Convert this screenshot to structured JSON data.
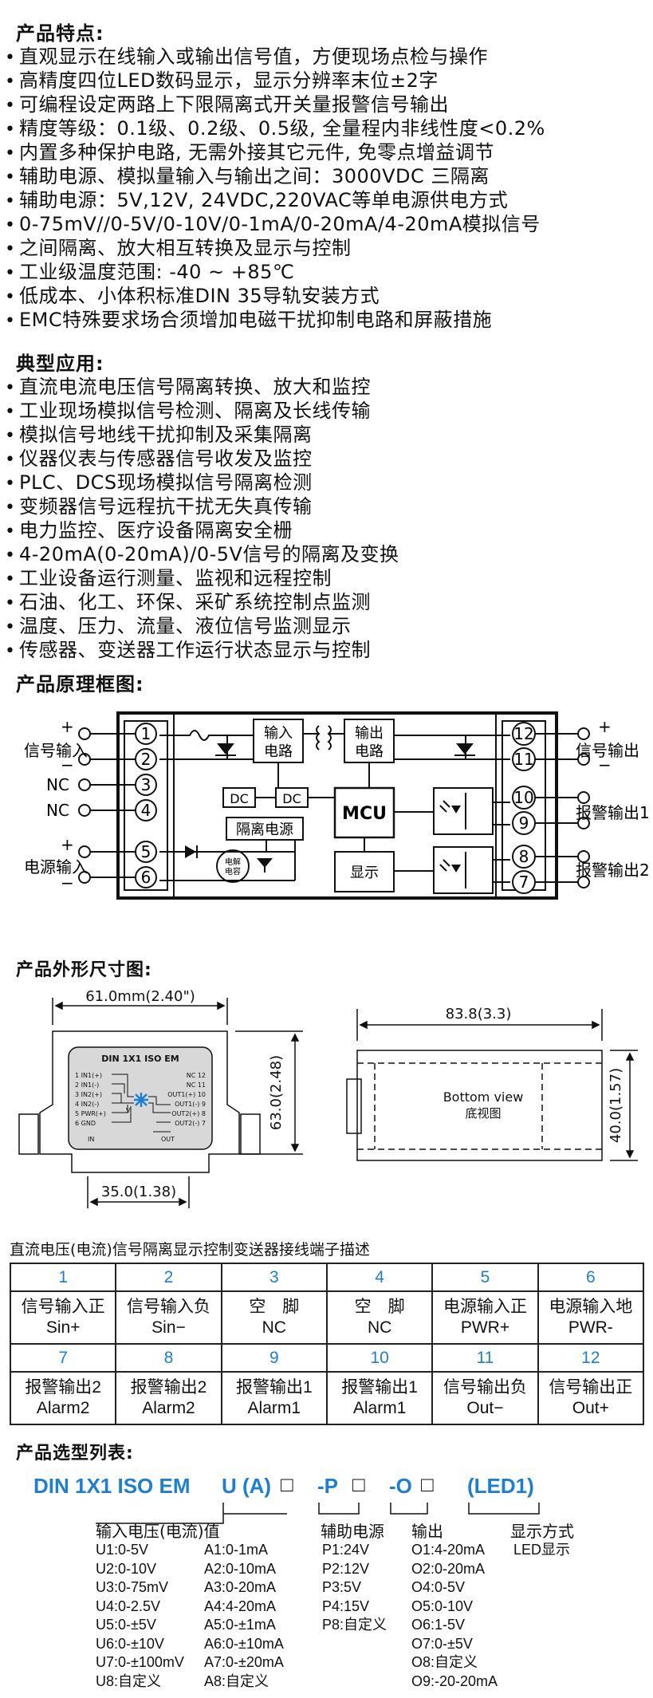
{
  "features": {
    "title": "产品特点:",
    "items": [
      "直观显示在线输入或输出信号值，方便现场点检与操作",
      "高精度四位LED数码显示，显示分辨率末位±2字",
      "可编程设定两路上下限隔离式开关量报警信号输出",
      "精度等级：0.1级、0.2级、0.5级, 全量程内非线性度<0.2%",
      "内置多种保护电路, 无需外接其它元件, 免零点增益调节",
      "辅助电源、模拟量输入与输出之间：3000VDC 三隔离",
      "辅助电源：5V,12V, 24VDC,220VAC等单电源供电方式",
      "0-75mV//0-5V/0-10V/0-1mA/0-20mA/4-20mA模拟信号",
      "之间隔离、放大相互转换及显示与控制",
      "工业级温度范围: -40 ~ +85℃",
      "低成本、小体积标准DIN 35导轨安装方式",
      "EMC特殊要求场合须增加电磁干扰抑制电路和屏蔽措施"
    ]
  },
  "applications": {
    "title": "典型应用:",
    "items": [
      "直流电流电压信号隔离转换、放大和监控",
      "工业现场模拟信号检测、隔离及长线传输",
      "模拟信号地线干扰抑制及采集隔离",
      "仪器仪表与传感器信号收发及监控",
      "PLC、DCS现场模拟信号隔离检测",
      "变频器信号远程抗干扰无失真传输",
      "电力监控、医疗设备隔离安全栅",
      "4-20mA(0-20mA)/0-5V信号的隔离及变换",
      "工业设备运行测量、监视和远程控制",
      "石油、化工、环保、采矿系统控制点监测",
      "温度、压力、流量、液位信号监测显示",
      "传感器、变送器工作运行状态显示与控制"
    ]
  },
  "block_diagram": {
    "title": "产品原理框图:",
    "left_labels": {
      "signal_in": "信号输入",
      "nc1": "NC",
      "nc2": "NC",
      "power_in": "电源输入"
    },
    "right_labels": {
      "signal_out": "信号输出",
      "alarm1": "报警输出1",
      "alarm2": "报警输出2"
    },
    "plus": "+",
    "minus": "−",
    "left_pins": [
      "1",
      "2",
      "3",
      "4",
      "5",
      "6"
    ],
    "right_pins": [
      "12",
      "11",
      "10",
      "9",
      "8",
      "7"
    ],
    "input_circuit": [
      "输入",
      "电路"
    ],
    "output_circuit": [
      "输出",
      "电路"
    ],
    "dc1": "DC",
    "dc2": "DC",
    "mcu": "MCU",
    "isolated_power": "隔离电源",
    "display": "显示",
    "capacitor": [
      "电解",
      "电容"
    ]
  },
  "dimensions": {
    "title": "产品外形尺寸图:",
    "width_top": "61.0mm(2.40\")",
    "height": "63.0(2.48)",
    "base_width": "35.0(1.38)",
    "length": "83.8(3.3)",
    "depth": "40.0(1.57)",
    "bottom_view": "Bottom view",
    "bottom_view_cn": "底视图",
    "face_title": "DIN 1X1 ISO EM",
    "face_left": [
      "1  IN1(+)",
      "2  IN1(-)",
      "3  IN2(+)",
      "4  IN2(-)",
      "5  PWR(+)",
      "6  GND"
    ],
    "face_right": [
      "NC 12",
      "NC 11",
      "OUT1(+) 10",
      "OUT1(-) 9",
      "OUT2(+) 8",
      "OUT2(-) 7"
    ],
    "face_bottom_in": "IN",
    "face_bottom_out": "OUT",
    "face_v": "V"
  },
  "terminal_table": {
    "caption": "直流电压(电流)信号隔离显示控制变送器接线端子描述",
    "row1": [
      {
        "num": "1",
        "cn": "信号输入正",
        "en": "Sin+"
      },
      {
        "num": "2",
        "cn": "信号输入负",
        "en": "Sin−"
      },
      {
        "num": "3",
        "cn": "空　脚",
        "en": "NC"
      },
      {
        "num": "4",
        "cn": "空　脚",
        "en": "NC"
      },
      {
        "num": "5",
        "cn": "电源输入正",
        "en": "PWR+"
      },
      {
        "num": "6",
        "cn": "电源输入地",
        "en": "PWR-"
      }
    ],
    "row2": [
      {
        "num": "7",
        "cn": "报警输出2",
        "en": "Alarm2"
      },
      {
        "num": "8",
        "cn": "报警输出2",
        "en": "Alarm2"
      },
      {
        "num": "9",
        "cn": "报警输出1",
        "en": "Alarm1"
      },
      {
        "num": "10",
        "cn": "报警输出1",
        "en": "Alarm1"
      },
      {
        "num": "11",
        "cn": "信号输出负",
        "en": "Out−"
      },
      {
        "num": "12",
        "cn": "信号输出正",
        "en": "Out+"
      }
    ]
  },
  "selection": {
    "title": "产品选型列表:",
    "model": "DIN 1X1 ISO EM",
    "part_u": "U (A)",
    "part_p": "-P",
    "part_o": "-O",
    "part_led": "(LED1)",
    "box": "□",
    "input_header": "输入电压(电流)值",
    "aux_header": "辅助电源",
    "output_header": "输出",
    "display_header": "显示方式",
    "u_list": [
      "U1:0-5V",
      "U2:0-10V",
      "U3:0-75mV",
      "U4:0-2.5V",
      "U5:0-±5V",
      "U6:0-±10V",
      "U7:0-±100mV",
      "U8:自定义"
    ],
    "a_list": [
      "A1:0-1mA",
      "A2:0-10mA",
      "A3:0-20mA",
      "A4:4-20mA",
      "A5:0-±1mA",
      "A6:0-±10mA",
      "A7:0-±20mA",
      "A8:自定义"
    ],
    "p_list": [
      "P1:24V",
      "P2:12V",
      "P3:5V",
      "P4:15V",
      "P8:自定义"
    ],
    "o_list": [
      "O1:4-20mA",
      "O2:0-20mA",
      "O4:0-5V",
      "O5:0-10V",
      "O6:1-5V",
      "O7:0-±5V",
      "O8:自定义",
      "O9:-20-20mA"
    ],
    "display_value": "LED显示"
  }
}
